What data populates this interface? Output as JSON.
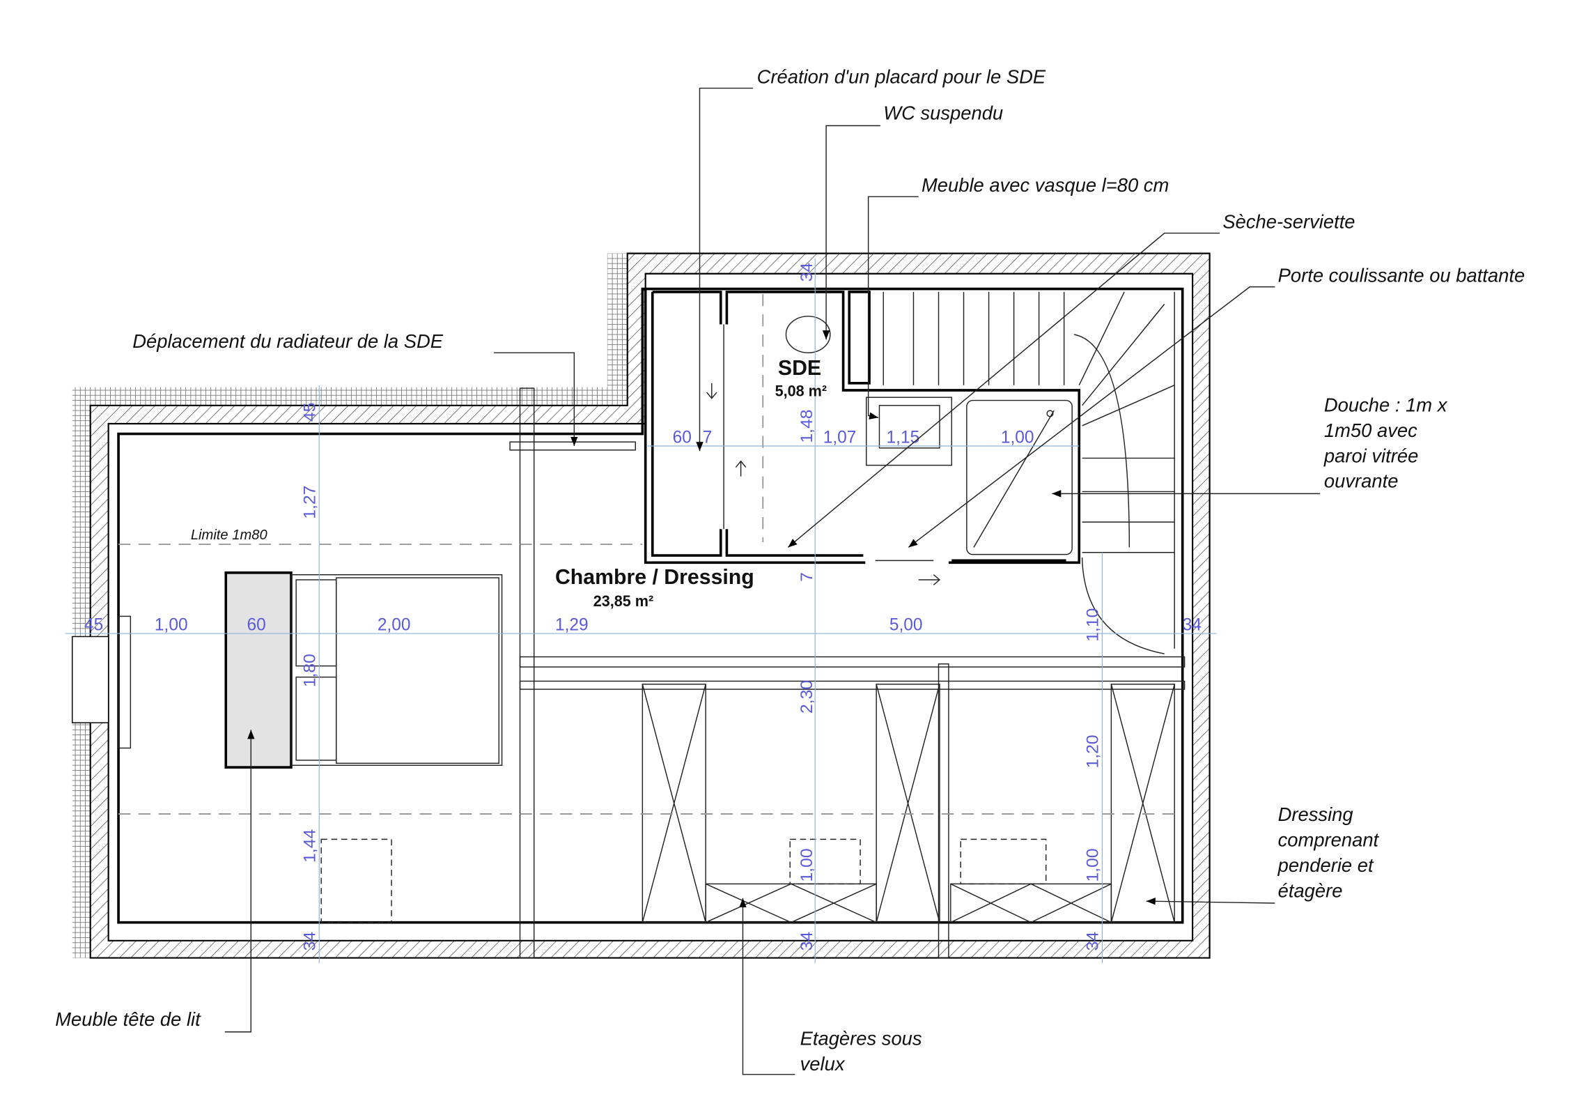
{
  "rooms": {
    "sde": {
      "name": "SDE",
      "area": "5,08 m²"
    },
    "chambre": {
      "name": "Chambre / Dressing",
      "area": "23,85 m²"
    }
  },
  "notes": {
    "limit_line": "Limite 1m80"
  },
  "callouts": {
    "placard": "Création d'un placard pour le SDE",
    "wc": "WC suspendu",
    "vasque": "Meuble avec vasque l=80 cm",
    "seche": "Sèche-serviette",
    "porte": "Porte coulissante ou battante",
    "radiateur": "Déplacement du radiateur de la SDE",
    "douche": [
      "Douche : 1m x",
      "1m50 avec",
      "paroi vitrée",
      "ouvrante"
    ],
    "dressing": [
      "Dressing",
      "comprenant",
      "penderie et",
      "étagère"
    ],
    "tete_lit": "Meuble tête de lit",
    "etageres": [
      "Etagères sous",
      "velux"
    ]
  },
  "dimensions": {
    "horizontal_main": [
      "45",
      "1,00",
      "60",
      "2,00",
      "1,29",
      "5,00",
      "34"
    ],
    "horizontal_sde": [
      "60",
      "7",
      "1,07",
      "1,15",
      "1,00"
    ],
    "vertical_left": [
      "45",
      "1,27",
      "1,80",
      "1,44",
      "34"
    ],
    "vertical_center": [
      "34",
      "1,48",
      "7",
      "2,30",
      "1,00",
      "34"
    ],
    "vertical_right": [
      "1,10",
      "1,20",
      "1,00",
      "34"
    ]
  },
  "colors": {
    "dimension": "#5a5ad8",
    "headboard": "#e3e3e3"
  }
}
